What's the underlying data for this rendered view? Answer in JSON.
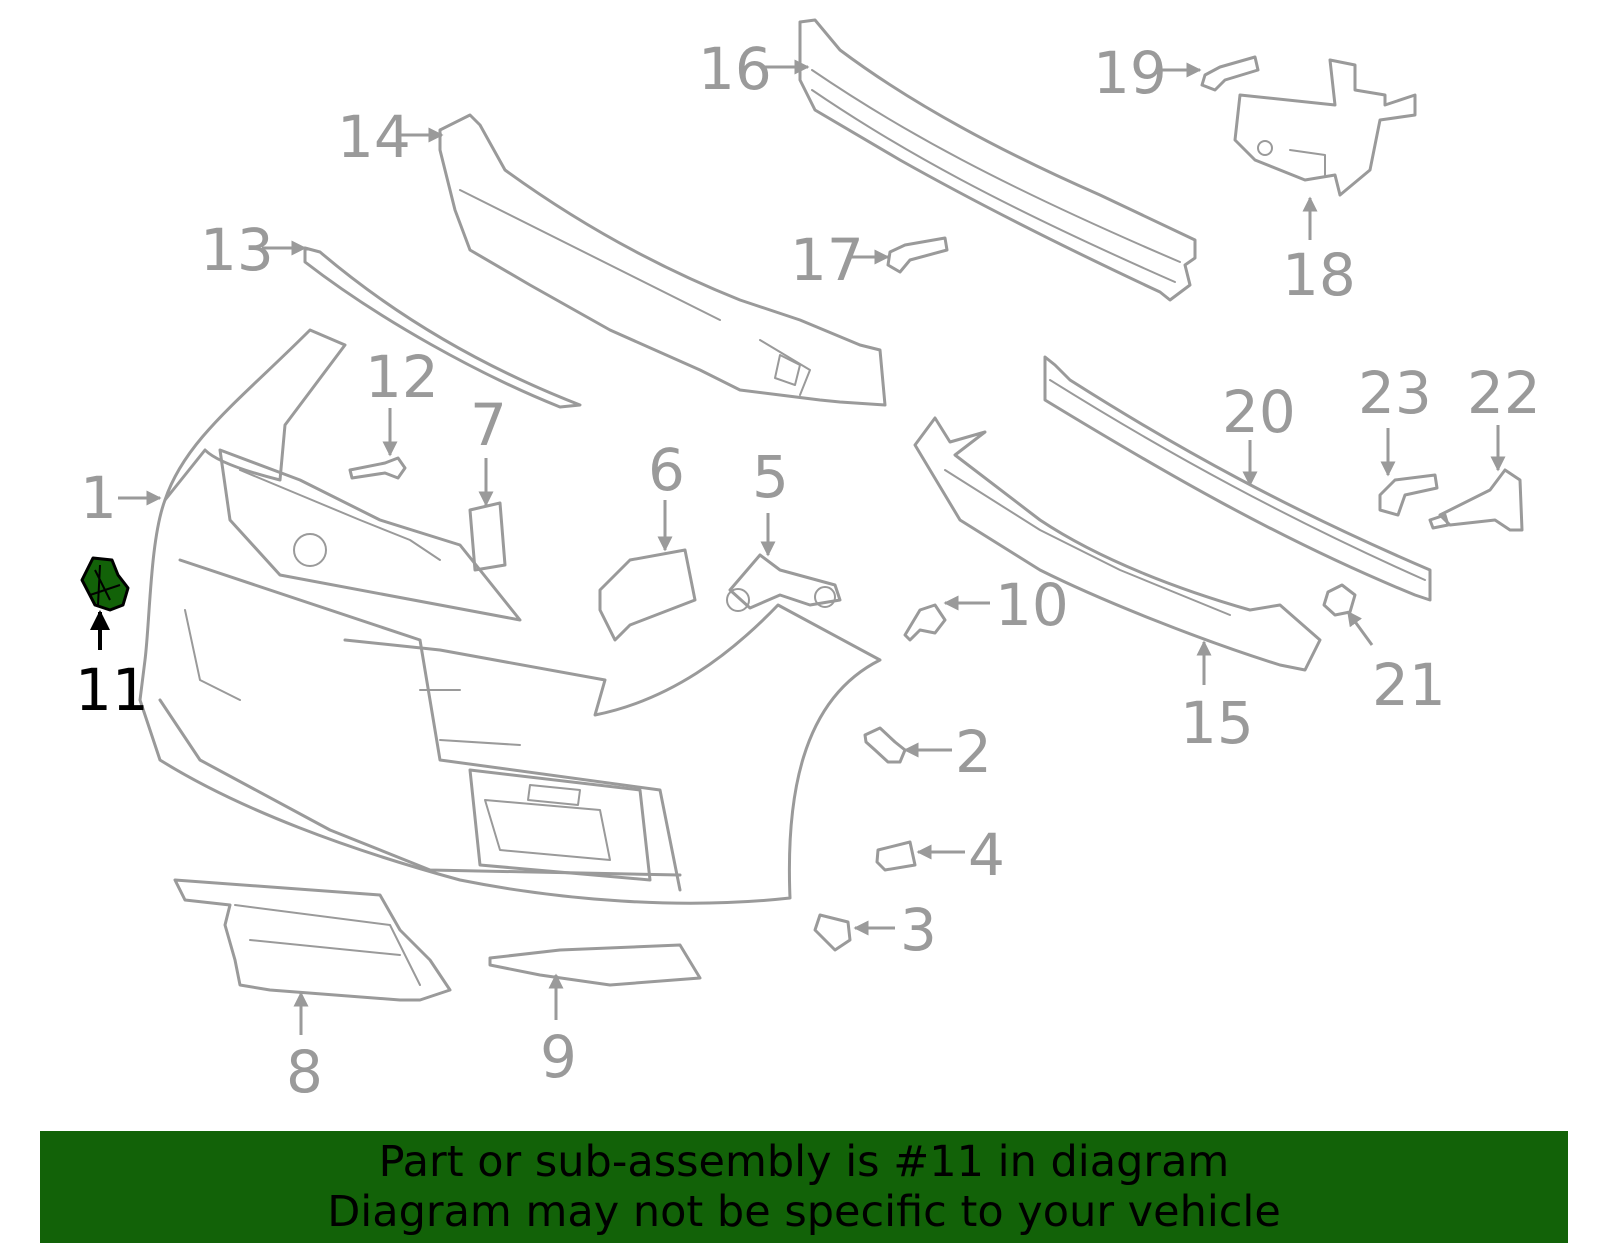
{
  "diagram": {
    "callouts": [
      "1",
      "2",
      "3",
      "4",
      "5",
      "6",
      "7",
      "8",
      "9",
      "10",
      "11",
      "12",
      "13",
      "14",
      "15",
      "16",
      "17",
      "18",
      "19",
      "20",
      "21",
      "22",
      "23"
    ],
    "highlighted_part": "11",
    "highlight_color": "#126208",
    "line_color": "#9a9a9a"
  },
  "banner": {
    "line1": "Part or sub-assembly is #11 in diagram",
    "line2": "Diagram may not be specific to your vehicle",
    "background": "#126208"
  }
}
